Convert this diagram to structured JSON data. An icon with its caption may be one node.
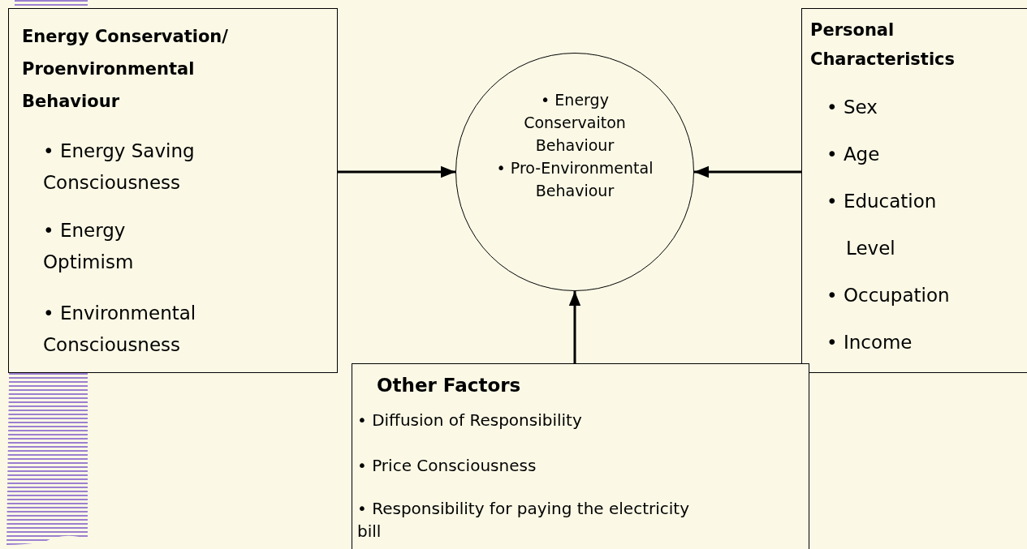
{
  "diagram": {
    "nodes": [
      {
        "text": [
          "Energy Conservation/ Proenvironmental Behaviour",
          "• Energy Saving Consciousness",
          "• Energy Optimism",
          "• Environmental Consciousness"
        ]
      },
      {
        "text": [
          "• Energy Conservaiton Behaviour",
          "• Pro-Environmental Behaviour"
        ]
      },
      {
        "text": [
          "Personal Characteristics",
          "• Sex",
          "• Age",
          "• Education Level",
          "• Occupation",
          "• Income"
        ]
      },
      {
        "text": [
          "Other Factors",
          "• Diffusion of Responsibility",
          "• Price Consciousness",
          "• Responsibility for paying the electricity bill"
        ]
      }
    ],
    "edges": [
      {
        "from": 0,
        "to": 1,
        "arrow": "to"
      },
      {
        "from": 2,
        "to": 1,
        "arrow": "to"
      },
      {
        "from": 3,
        "to": 1,
        "arrow": "to"
      }
    ]
  }
}
